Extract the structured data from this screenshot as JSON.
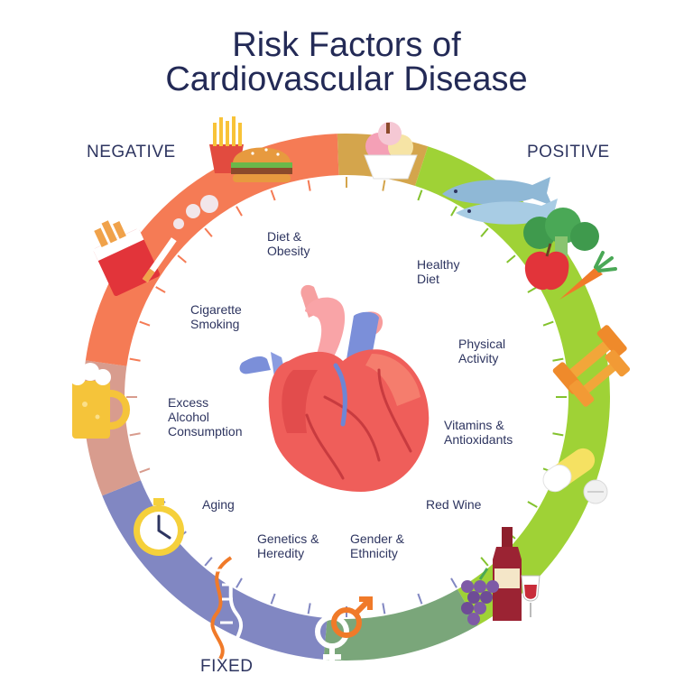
{
  "title": {
    "line1": "Risk Factors of",
    "line2": "Cardiovascular Disease"
  },
  "categories": {
    "negative": "NEGATIVE",
    "positive": "POSITIVE",
    "fixed": "FIXED"
  },
  "factors": {
    "diet_obesity": [
      "Diet &",
      "Obesity"
    ],
    "cigarette_smoking": [
      "Cigarette",
      "Smoking"
    ],
    "excess_alcohol": [
      "Excess",
      "Alcohol",
      "Consumption"
    ],
    "aging": [
      "Aging"
    ],
    "genetics_heredity": [
      "Genetics &",
      "Heredity"
    ],
    "gender_ethnicity": [
      "Gender &",
      "Ethnicity"
    ],
    "healthy_diet": [
      "Healthy",
      "Diet"
    ],
    "physical_activity": [
      "Physical",
      "Activity"
    ],
    "vitamins_antioxidants": [
      "Vitamins &",
      "Antioxidants"
    ],
    "red_wine": [
      "Red Wine"
    ]
  },
  "colors": {
    "negative": "#f57b55",
    "negative_light": "#d89c8e",
    "fixed": "#8187c2",
    "fixed_light": "#7aa67a",
    "positive": "#9fd236",
    "positive_dark": "#83c22d",
    "diet_segment": "#d4a54c",
    "title": "#232a56"
  },
  "icons": [
    "fries-icon",
    "burger-icon",
    "ice-cream-icon",
    "fish-icon",
    "broccoli-icon",
    "apple-icon",
    "carrot-icon",
    "dumbbell-icon",
    "pill-icon",
    "wine-bottle-icon",
    "grapes-icon",
    "gender-symbol-icon",
    "dna-icon",
    "stopwatch-icon",
    "beer-mug-icon",
    "cigarette-pack-icon",
    "heart-icon"
  ]
}
